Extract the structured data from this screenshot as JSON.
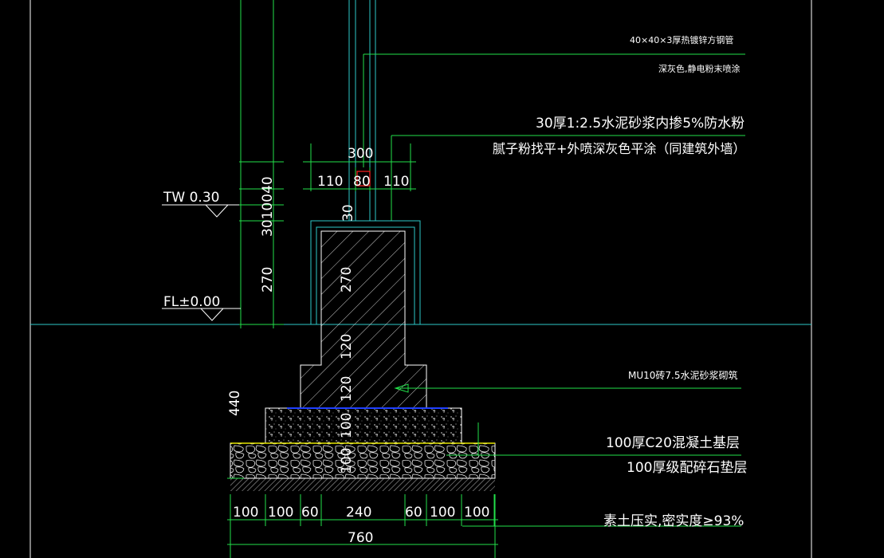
{
  "annotations": {
    "pipe_spec": "40×40×3厚热镀锌方钢管",
    "pipe_finish": "深灰色,静电粉末喷涂",
    "render_mortar": "30厚1:2.5水泥砂浆内掺5%防水粉",
    "render_finish": "腻子粉找平+外喷深灰色平涂（同建筑外墙）",
    "brick": "MU10砖7.5水泥砂浆砌筑",
    "concrete_base": "100厚C20混凝土基层",
    "gravel_bed": "100厚级配碎石垫层",
    "soil": "素土压实,密实度≥93%"
  },
  "elevations": {
    "top_wall": "TW 0.30",
    "floor": "FL±0.00"
  },
  "dimensions": {
    "top_total": "300",
    "top_left": "110",
    "top_mid": "80",
    "top_right": "110",
    "cap_30": "30",
    "left_stack": "3010040",
    "left_270": "270",
    "left_440": "440",
    "inner_270": "270",
    "inner_120a": "120",
    "inner_120b": "120",
    "inner_100a": "100",
    "inner_100b": "100",
    "bottom_100a": "100",
    "bottom_100b": "100",
    "bottom_60a": "60",
    "bottom_240": "240",
    "bottom_60b": "60",
    "bottom_100c": "100",
    "bottom_100d": "100",
    "bottom_total": "760"
  },
  "colors": {
    "background": "#000000",
    "dimension_line": "#22e04a",
    "outline": "#2ec9c9",
    "text": "#ffffff",
    "highlight_red": "#ff2020",
    "blue_line": "#2040ff"
  }
}
